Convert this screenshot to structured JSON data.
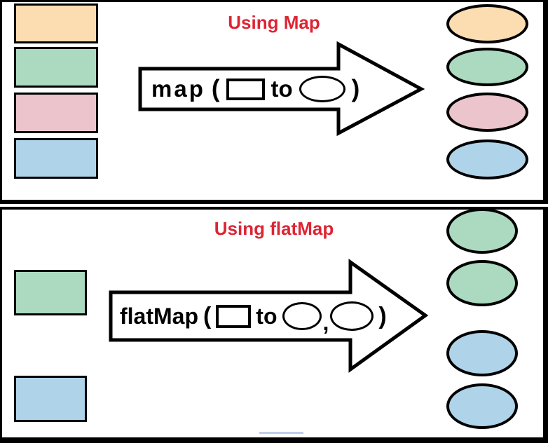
{
  "colors": {
    "orange": "#FBDDB1",
    "green": "#ACDAC0",
    "pink": "#ECC4CC",
    "blue": "#AFD4EA",
    "title_red": "#DE2433",
    "outline": "#000000",
    "underline_blue": "#BFCDEA"
  },
  "panels": [
    {
      "title": "Using Map",
      "arrow": {
        "func": "map",
        "open_paren": "(",
        "to_word": "to",
        "close_paren": ")"
      },
      "inputs": [
        "orange",
        "green",
        "pink",
        "blue"
      ],
      "outputs": [
        "orange",
        "green",
        "pink",
        "blue"
      ]
    },
    {
      "title": "Using flatMap",
      "arrow": {
        "func": "flatMap",
        "open_paren": "(",
        "to_word": "to",
        "comma": ",",
        "close_paren": ")"
      },
      "inputs": [
        "green",
        "blue"
      ],
      "outputs": [
        "green",
        "green",
        "blue",
        "blue"
      ]
    }
  ]
}
